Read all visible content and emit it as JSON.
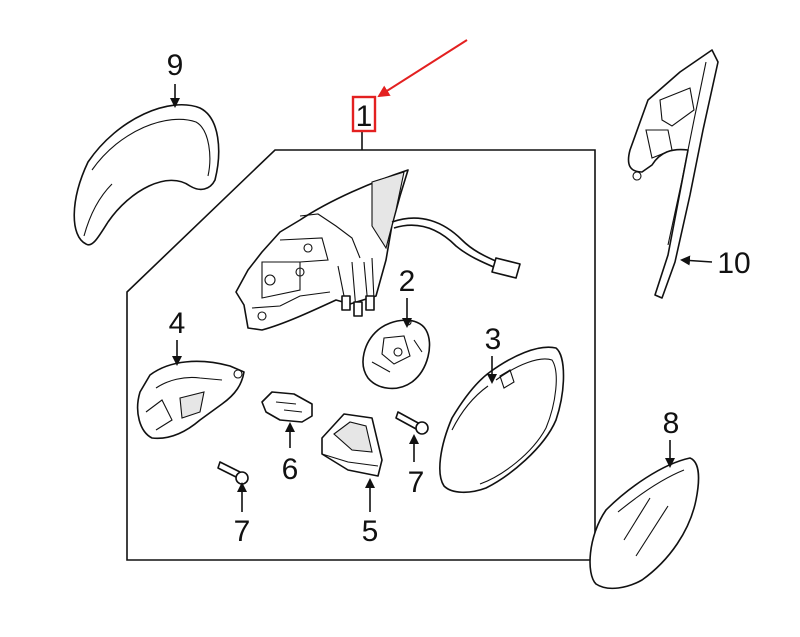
{
  "callouts": [
    {
      "id": "1",
      "text": "1"
    },
    {
      "id": "2",
      "text": "2"
    },
    {
      "id": "3",
      "text": "3"
    },
    {
      "id": "4",
      "text": "4"
    },
    {
      "id": "5",
      "text": "5"
    },
    {
      "id": "6",
      "text": "6"
    },
    {
      "id": "7a",
      "text": "7"
    },
    {
      "id": "7b",
      "text": "7"
    },
    {
      "id": "8",
      "text": "8"
    },
    {
      "id": "9",
      "text": "9"
    },
    {
      "id": "10",
      "text": "10"
    }
  ],
  "colors": {
    "line": "#111111",
    "highlight": "#e32020",
    "background": "#ffffff"
  }
}
